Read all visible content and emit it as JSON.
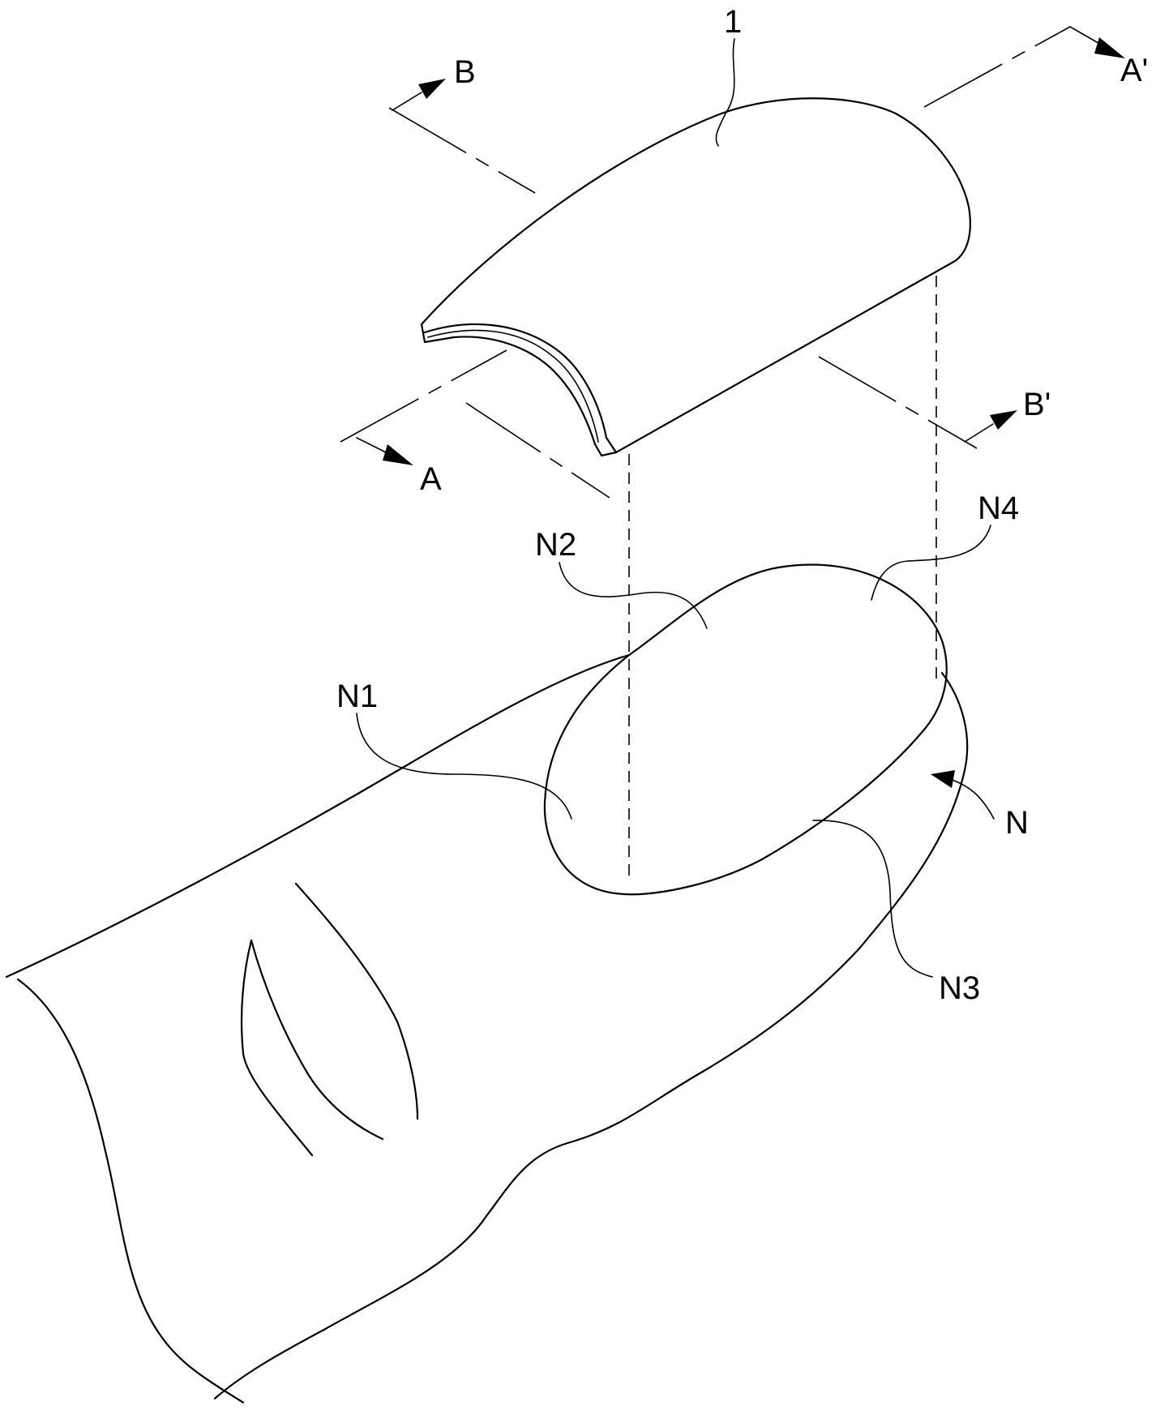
{
  "figure": {
    "labels": {
      "ref_1": "1",
      "section_a_start": "A",
      "section_a_end": "A'",
      "section_b_start": "B",
      "section_b_end": "B'",
      "nail": "N",
      "nail_region_1": "N1",
      "nail_region_2": "N2",
      "nail_region_3": "N3",
      "nail_region_4": "N4"
    }
  }
}
